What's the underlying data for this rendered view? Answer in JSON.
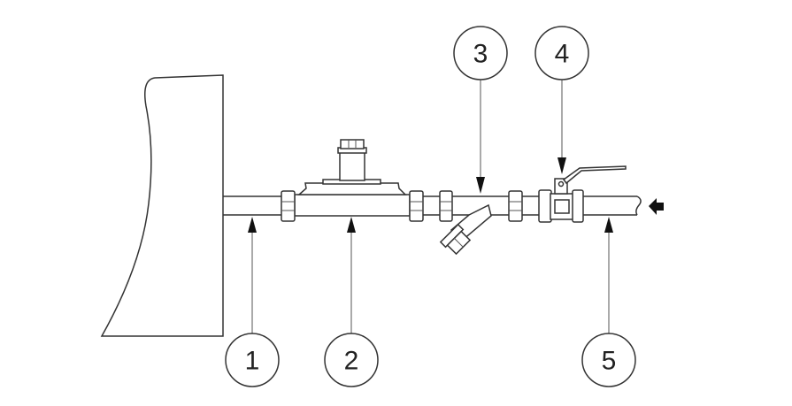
{
  "diagram": {
    "type": "gas pipeline installation schematic",
    "callouts": [
      {
        "id": "callout-1",
        "label": "1"
      },
      {
        "id": "callout-2",
        "label": "2"
      },
      {
        "id": "callout-3",
        "label": "3"
      },
      {
        "id": "callout-4",
        "label": "4"
      },
      {
        "id": "callout-5",
        "label": "5"
      }
    ],
    "flow_direction": "right-to-left",
    "line_color": "#333333"
  }
}
